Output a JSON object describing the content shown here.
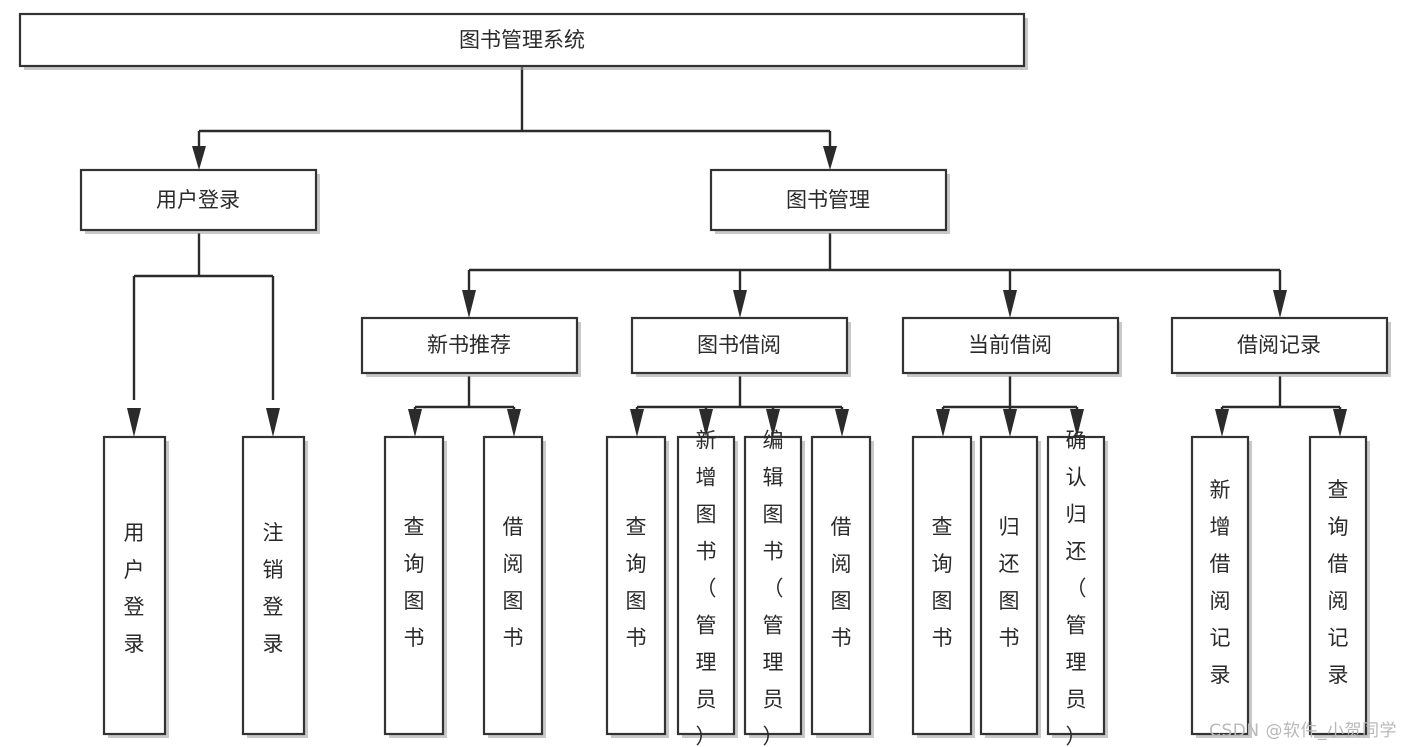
{
  "diagram": {
    "type": "tree",
    "title": "图书管理系统",
    "watermark": "CSDN @软件_小贺同学",
    "colors": {
      "background": "#ffffff",
      "box_fill": "#ffffff",
      "box_stroke": "#333333",
      "connector": "#2b2b2b",
      "text": "#2a2a2a",
      "watermark": "#b9b9b9"
    },
    "levels": [
      {
        "level": 0,
        "nodes": [
          {
            "id": "root",
            "label": "图书管理系统",
            "orientation": "horizontal"
          }
        ]
      },
      {
        "level": 1,
        "nodes": [
          {
            "id": "login",
            "label": "用户登录",
            "orientation": "horizontal",
            "parent": "root"
          },
          {
            "id": "bookmgmt",
            "label": "图书管理",
            "orientation": "horizontal",
            "parent": "root"
          }
        ]
      },
      {
        "level": 2,
        "nodes": [
          {
            "id": "newbook",
            "label": "新书推荐",
            "orientation": "horizontal",
            "parent": "bookmgmt"
          },
          {
            "id": "borrow",
            "label": "图书借阅",
            "orientation": "horizontal",
            "parent": "bookmgmt"
          },
          {
            "id": "current",
            "label": "当前借阅",
            "orientation": "horizontal",
            "parent": "bookmgmt"
          },
          {
            "id": "records",
            "label": "借阅记录",
            "orientation": "horizontal",
            "parent": "bookmgmt"
          }
        ]
      },
      {
        "level": 3,
        "nodes": [
          {
            "id": "leaf-user-login",
            "label": "用户登录",
            "orientation": "vertical",
            "parent": "login"
          },
          {
            "id": "leaf-user-logout",
            "label": "注销登录",
            "orientation": "vertical",
            "parent": "login"
          },
          {
            "id": "leaf-nb-query",
            "label": "查询图书",
            "orientation": "vertical",
            "parent": "newbook"
          },
          {
            "id": "leaf-nb-borrow",
            "label": "借阅图书",
            "orientation": "vertical",
            "parent": "newbook"
          },
          {
            "id": "leaf-bo-query",
            "label": "查询图书",
            "orientation": "vertical",
            "parent": "borrow"
          },
          {
            "id": "leaf-bo-add",
            "label": "新增图书（管理员）",
            "orientation": "vertical",
            "parent": "borrow"
          },
          {
            "id": "leaf-bo-edit",
            "label": "编辑图书（管理员）",
            "orientation": "vertical",
            "parent": "borrow"
          },
          {
            "id": "leaf-bo-borrow",
            "label": "借阅图书",
            "orientation": "vertical",
            "parent": "borrow"
          },
          {
            "id": "leaf-cu-query",
            "label": "查询图书",
            "orientation": "vertical",
            "parent": "current"
          },
          {
            "id": "leaf-cu-return",
            "label": "归还图书",
            "orientation": "vertical",
            "parent": "current"
          },
          {
            "id": "leaf-cu-confirm",
            "label": "确认归还（管理员）",
            "orientation": "vertical",
            "parent": "current"
          },
          {
            "id": "leaf-re-add",
            "label": "新增借阅记录",
            "orientation": "vertical",
            "parent": "records"
          },
          {
            "id": "leaf-re-query",
            "label": "查询借阅记录",
            "orientation": "vertical",
            "parent": "records"
          }
        ]
      }
    ]
  }
}
